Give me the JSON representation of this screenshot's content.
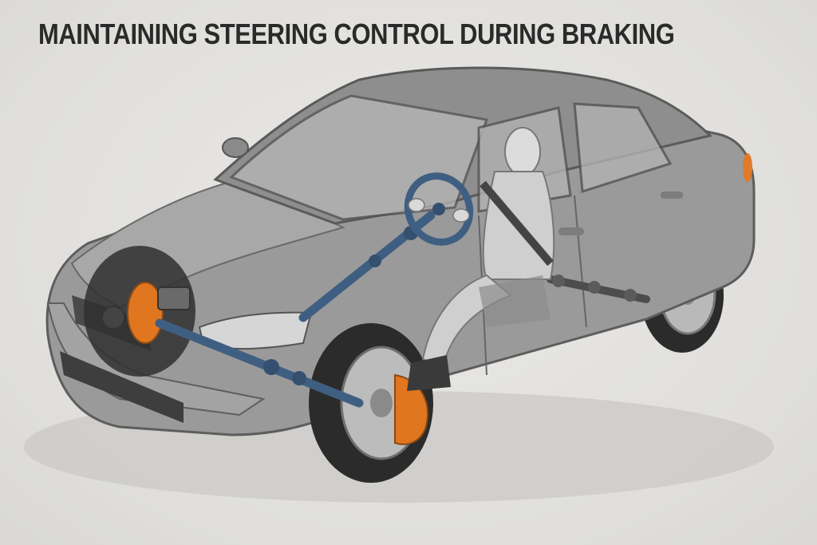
{
  "title": "MAINTAINING STEERING CONTROL DURING BRAKING",
  "colors": {
    "background": "#e3e2e0",
    "car_body": "#9a9a9a",
    "steering_components": "#3f5f82",
    "brake_rotor": "#e0761f",
    "tire": "#2b2b2b",
    "title_text": "#2a2a2a"
  },
  "illustration": {
    "subject": "sedan cutaway",
    "components": [
      "steering-wheel",
      "steering-column",
      "steering-rack",
      "front-left-brake-disc",
      "front-right-brake-disc",
      "brake-caliper",
      "driver",
      "seat-belt",
      "drivetrain-shaft"
    ]
  }
}
